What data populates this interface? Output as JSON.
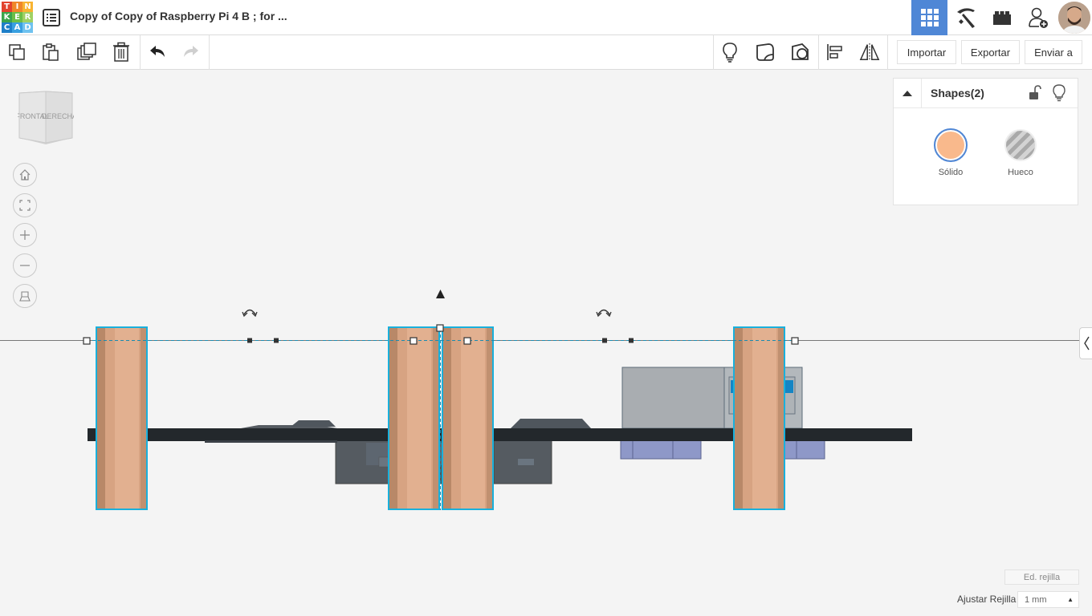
{
  "app": {
    "logo_letters": [
      "T",
      "I",
      "N",
      "K",
      "E",
      "R",
      "C",
      "A",
      "D"
    ],
    "logo_colors": [
      "#e2432f",
      "#f0872a",
      "#f8b431",
      "#3ca54c",
      "#6cbf47",
      "#a0d163",
      "#1e7fc8",
      "#39a0e0",
      "#6fc2ef"
    ],
    "design_title": "Copy of Copy of Raspberry Pi 4 B ; for ...",
    "accent_color": "#4f87d6"
  },
  "topbar": {
    "icons": [
      "design-list-icon",
      "grid-view-icon",
      "pickaxe-icon",
      "bricks-icon",
      "add-user-icon",
      "avatar"
    ]
  },
  "toolbar": {
    "icons": [
      "copy-icon",
      "paste-icon",
      "duplicate-icon",
      "delete-icon",
      "undo-icon",
      "redo-icon",
      "light-bulb-icon",
      "note-icon",
      "group-icon",
      "align-icon",
      "mirror-icon"
    ],
    "import_label": "Importar",
    "export_label": "Exportar",
    "send_label": "Enviar a"
  },
  "viewcube": {
    "front_label": "FRONTAL",
    "right_label": "DERECHA"
  },
  "view_controls": [
    "home-view-icon",
    "fit-view-icon",
    "zoom-in-icon",
    "zoom-out-icon",
    "perspective-icon"
  ],
  "shapes_panel": {
    "title": "Shapes(2)",
    "solid_label": "Sólido",
    "solid_color": "#f9b98c",
    "hole_label": "Hueco"
  },
  "grid": {
    "edit_label": "Ed. rejilla",
    "snap_label": "Ajustar Rejilla",
    "snap_value": "1 mm"
  }
}
